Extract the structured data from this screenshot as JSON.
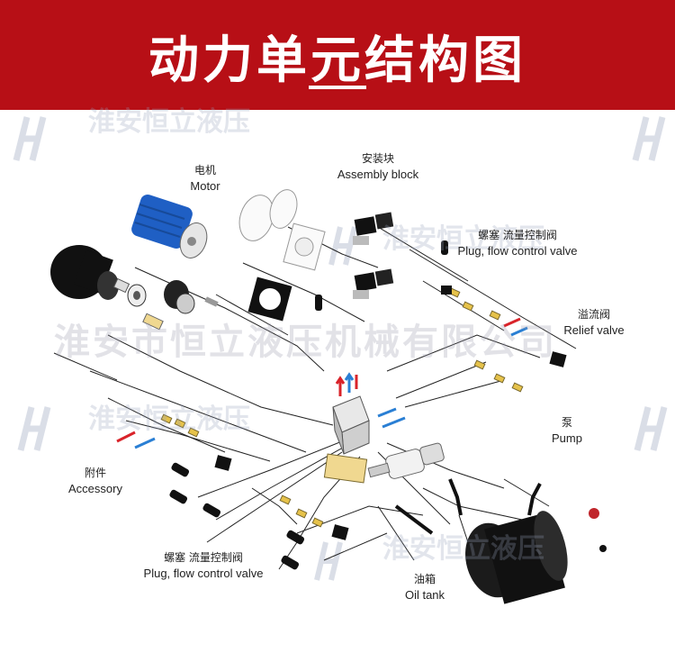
{
  "header": {
    "title": "动力单元结构图",
    "bg_color": "#b70f16"
  },
  "watermark": {
    "company": "淮安恒立液压",
    "company_full": "淮安市恒立液压机械有限公司",
    "logo_icon": "hl-logo-icon"
  },
  "labels": {
    "motor": {
      "cn": "电机",
      "en": "Motor"
    },
    "assembly_block": {
      "cn": "安装块",
      "en": "Assembly block"
    },
    "plug_valve_top": {
      "cn": "螺塞  流量控制阀",
      "en": "Plug, flow control valve"
    },
    "relief_valve": {
      "cn": "溢流阀",
      "en": "Relief valve"
    },
    "pump": {
      "cn": "泵",
      "en": "Pump"
    },
    "accessory": {
      "cn": "附件",
      "en": "Accessory"
    },
    "plug_valve_bottom": {
      "cn": "螺塞  流量控制阀",
      "en": "Plug, flow control valve"
    },
    "oil_tank": {
      "cn": "油箱",
      "en": "Oil tank"
    }
  },
  "colors": {
    "motor_blue": "#1f5fc4",
    "arrow_red": "#d9232a",
    "arrow_blue": "#2a7fd4",
    "base_plate": "#f0d890",
    "line": "#222222"
  }
}
